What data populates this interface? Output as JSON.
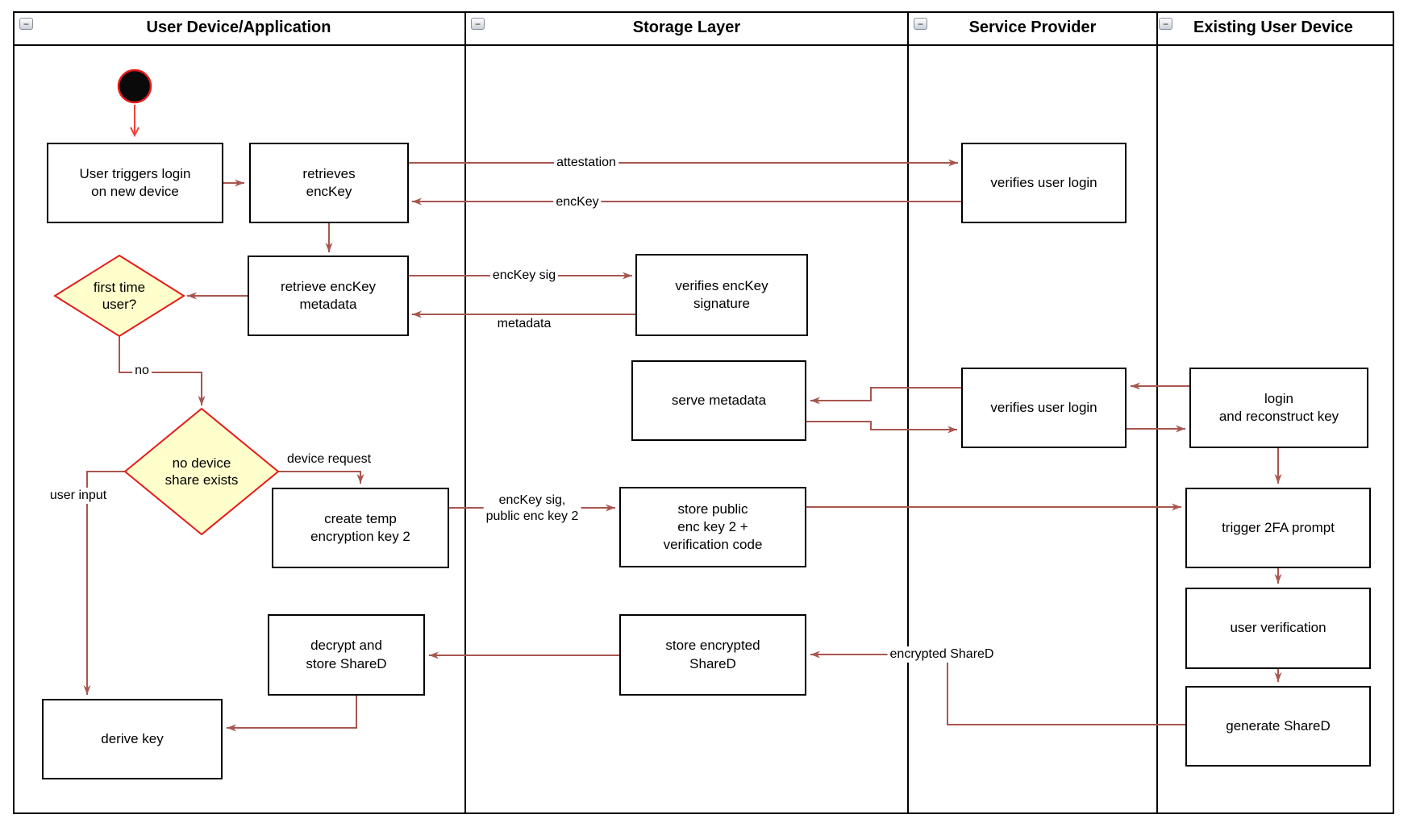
{
  "colors": {
    "edge": "#a8564e",
    "start_arrow": "#f0433c",
    "shape_red": "#e51b1b",
    "diamond_fill": "#ffffcc",
    "border": "#000000",
    "box_bg": "#ffffff"
  },
  "icons": {
    "collapse_glyph": "−"
  },
  "lanes": {
    "lane1": {
      "title": "User Device/Application"
    },
    "lane2": {
      "title": "Storage Layer"
    },
    "lane3": {
      "title": "Service Provider"
    },
    "lane4": {
      "title": "Existing User Device"
    }
  },
  "nodes": {
    "user_triggers": {
      "label": "User triggers login\non new device"
    },
    "retrieves_enc_key": {
      "label": "retrieves\nencKey"
    },
    "verifies_user_login_1": {
      "label": "verifies user login"
    },
    "retrieve_metadata": {
      "label": "retrieve encKey\nmetadata"
    },
    "verifies_signature": {
      "label": "verifies encKey\nsignature"
    },
    "first_time_user": {
      "label": "first time\nuser?"
    },
    "serve_metadata": {
      "label": "serve metadata"
    },
    "verifies_user_login_2": {
      "label": "verifies user login"
    },
    "login_reconstruct": {
      "label": "login\nand reconstruct key"
    },
    "no_device_share": {
      "label": "no device\nshare exists"
    },
    "create_temp_key": {
      "label": "create temp\nencryption key 2"
    },
    "store_public_key": {
      "label": "store public\nenc key 2 +\nverification code"
    },
    "trigger_2fa": {
      "label": "trigger 2FA prompt"
    },
    "user_verification": {
      "label": "user verification"
    },
    "decrypt_store": {
      "label": "decrypt and\nstore ShareD"
    },
    "store_encrypted": {
      "label": "store encrypted\nShareD"
    },
    "generate_shared": {
      "label": "generate ShareD"
    },
    "derive_key": {
      "label": "derive key"
    }
  },
  "edge_labels": {
    "attestation": "attestation",
    "enc_key": "encKey",
    "enc_key_sig": "encKey sig",
    "metadata": "metadata",
    "no": "no",
    "device_request": "device request",
    "enc_key_sig_public": "encKey sig,\npublic enc key 2",
    "user_input": "user input",
    "encrypted_shared": "encrypted ShareD"
  }
}
